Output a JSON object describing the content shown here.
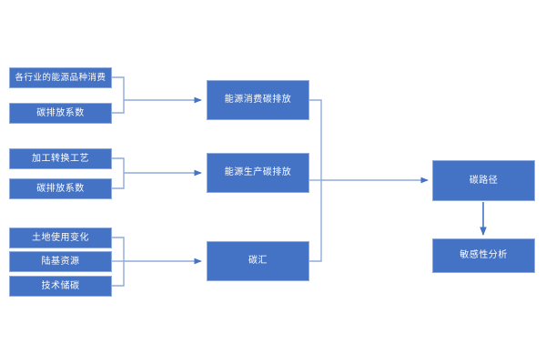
{
  "diagram": {
    "title": "",
    "colors": {
      "node_fill": "#4472C4",
      "node_border": "#8FAADC",
      "node_text": "#FFFFFF",
      "connector": "#8FAADC",
      "connector_dark": "#4472C4",
      "background": "#FFFFFF"
    },
    "groups": [
      {
        "name": "energy-consumption-inputs",
        "items": [
          {
            "label": "各行业的能源品种消费"
          },
          {
            "label": "碳排放系数"
          }
        ]
      },
      {
        "name": "energy-production-inputs",
        "items": [
          {
            "label": "加工转换工艺"
          },
          {
            "label": "碳排放系数"
          }
        ]
      },
      {
        "name": "carbon-sink-inputs",
        "items": [
          {
            "label": "土地使用变化"
          },
          {
            "label": "陆基资源"
          },
          {
            "label": "技术储碳"
          }
        ]
      }
    ],
    "middle_nodes": [
      {
        "label": "能源消费碳排放"
      },
      {
        "label": "能源生产碳排放"
      },
      {
        "label": "碳汇"
      }
    ],
    "result_nodes": [
      {
        "label": "碳路径"
      },
      {
        "label": "敏感性分析"
      }
    ]
  }
}
